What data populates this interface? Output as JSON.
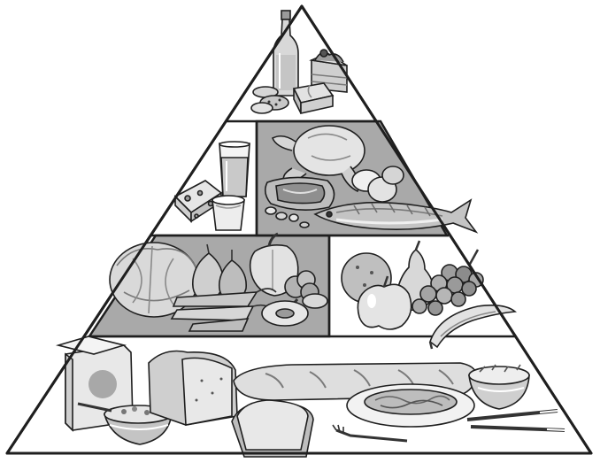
{
  "diagram": {
    "kind": "food-pyramid-illustration",
    "tiers": [
      {
        "level": 1,
        "position": "top",
        "items": [
          "bottle",
          "cake-slice",
          "butter",
          "biscuits"
        ]
      },
      {
        "level": 2,
        "sections": [
          {
            "side": "left",
            "items": [
              "glass-of-milk",
              "cheese",
              "yogurt-cup"
            ]
          },
          {
            "side": "right",
            "items": [
              "roast-chicken",
              "eggs",
              "steak",
              "fish",
              "nuts"
            ]
          }
        ]
      },
      {
        "level": 3,
        "sections": [
          {
            "side": "left",
            "items": [
              "cabbage",
              "onions",
              "bell-pepper",
              "carrots",
              "mushrooms",
              "broccoli"
            ]
          },
          {
            "side": "right",
            "items": [
              "orange",
              "pear",
              "apple",
              "grapes",
              "banana"
            ]
          }
        ]
      },
      {
        "level": 4,
        "position": "base",
        "items": [
          "cereal-box",
          "cereal-bowl",
          "bread-loaf",
          "baguette",
          "bread-slices",
          "pasta-plate",
          "rice-bowl",
          "fork",
          "chopsticks"
        ]
      }
    ],
    "colors": {
      "outline": "#1f1f1f",
      "shade_light": "#e6e6e6",
      "shade_mid": "#b4b4b4",
      "shade_dark": "#8a8a8a",
      "band_grey": "#a9a9a9",
      "paper": "#ffffff"
    }
  }
}
